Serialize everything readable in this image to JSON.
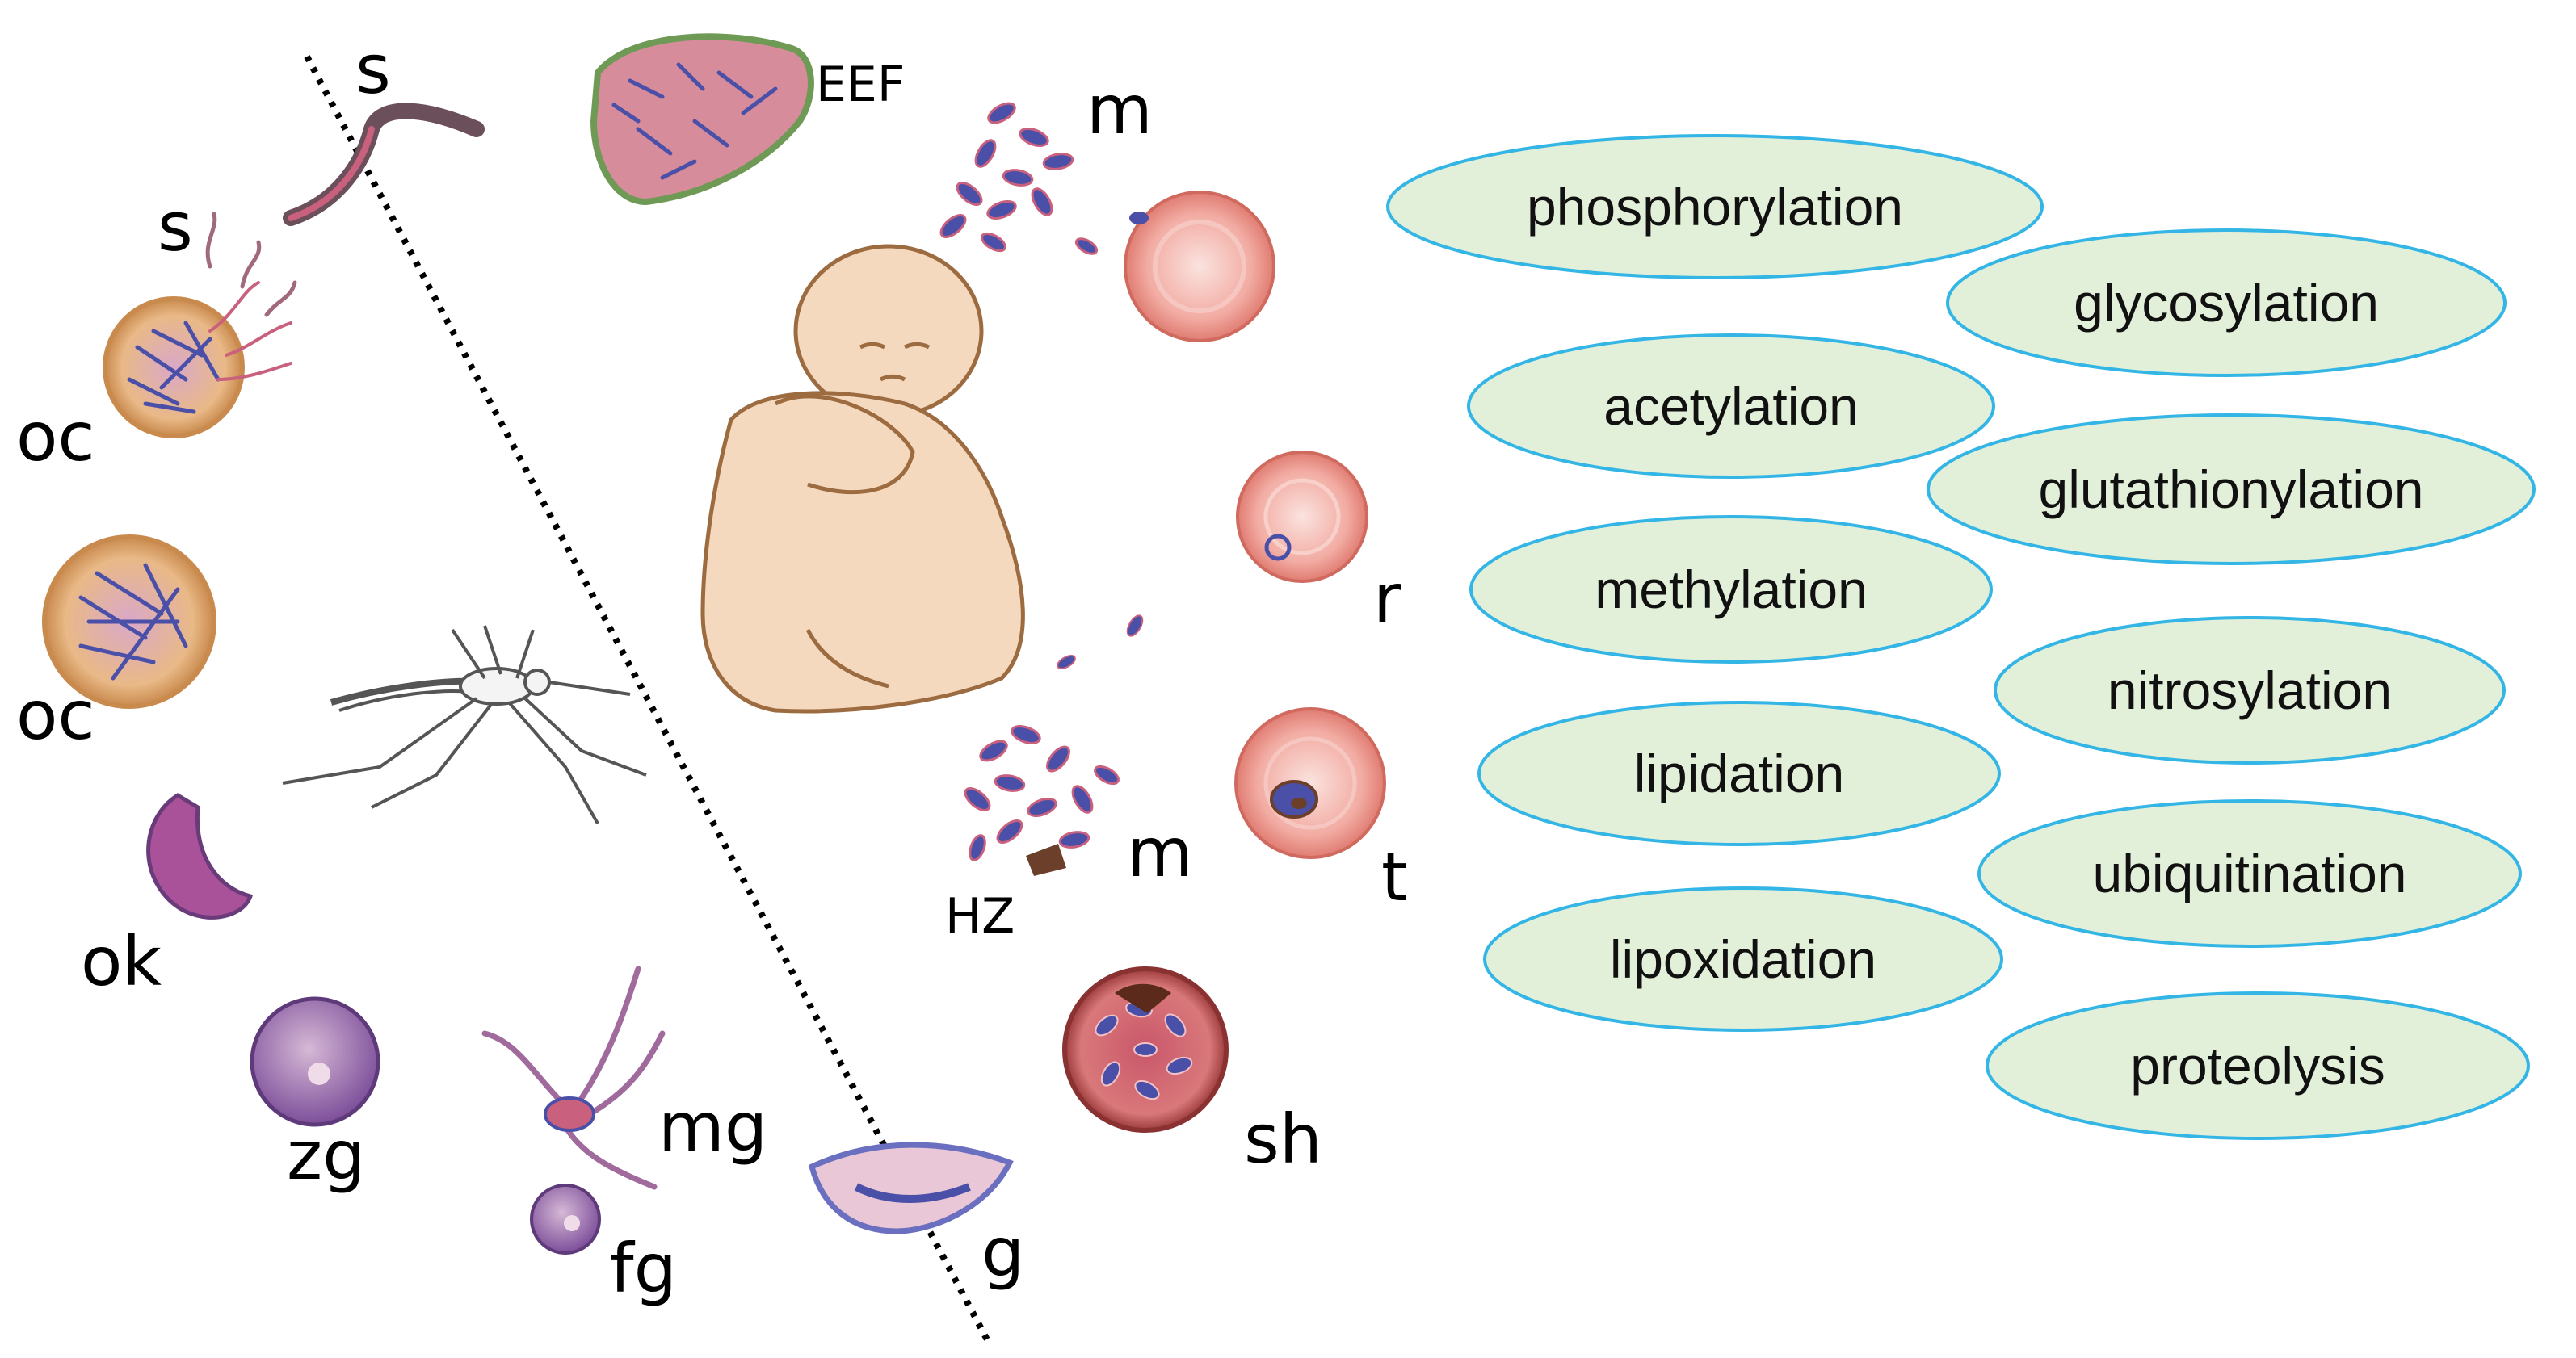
{
  "stage_labels": {
    "s_top": "s",
    "s_left": "s",
    "oc_top": "oc",
    "oc_bottom": "oc",
    "ok": "ok",
    "zg": "zg",
    "mg": "mg",
    "fg": "fg",
    "eef": "EEF",
    "m_top": "m",
    "m_bottom": "m",
    "hz": "HZ",
    "r": "r",
    "t": "t",
    "sh": "sh",
    "g": "g"
  },
  "modifications": [
    "phosphorylation",
    "glycosylation",
    "acetylation",
    "glutathionylation",
    "methylation",
    "nitrosylation",
    "lipidation",
    "ubiquitination",
    "lipoxidation",
    "proteolysis"
  ],
  "colors": {
    "pill_fill": "#e2efd9",
    "pill_stroke": "#33b5e5",
    "rbc": "#f0a7a0",
    "parasite_blue": "#4a4fa8",
    "parasite_pink": "#c9607d",
    "oocyst": "#e9b57a",
    "skin": "#f5d9bf"
  }
}
